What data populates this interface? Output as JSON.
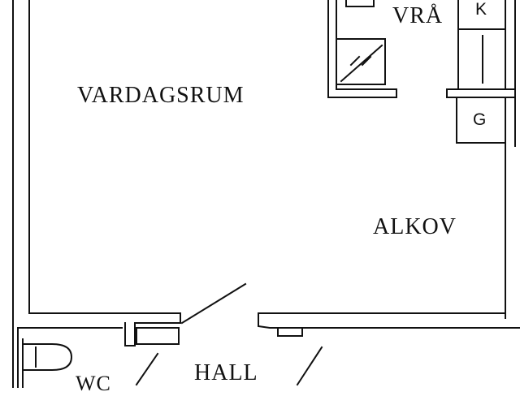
{
  "plan": {
    "rooms": {
      "vardagsrum": "VARDAGSRUM",
      "alkov": "ALKOV",
      "hall": "HALL",
      "wc": "WC",
      "vra": "VRÅ"
    },
    "fixtures": {
      "k": "K",
      "g": "G"
    },
    "line_color": "#111111",
    "background": "#ffffff"
  }
}
